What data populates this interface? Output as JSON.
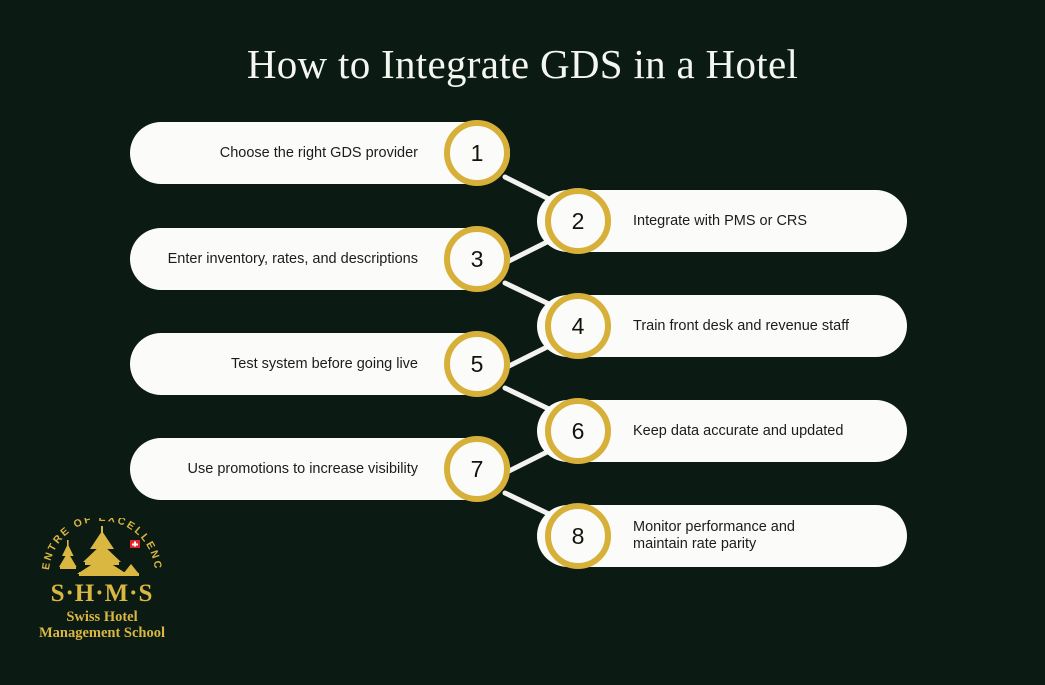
{
  "page": {
    "title": "How to Integrate GDS in a Hotel",
    "background_color": "#0b1a13",
    "accent_color": "#d6b038",
    "pill_color": "#fbfbfa",
    "title_color": "#f4f6f2"
  },
  "steps": [
    {
      "number": "1",
      "label": "Choose the right GDS provider",
      "side": "left"
    },
    {
      "number": "2",
      "label": "Integrate with PMS or CRS",
      "side": "right"
    },
    {
      "number": "3",
      "label": "Enter inventory, rates, and descriptions",
      "side": "left"
    },
    {
      "number": "4",
      "label": "Train front desk and revenue staff",
      "side": "right"
    },
    {
      "number": "5",
      "label": "Test system before going live",
      "side": "left"
    },
    {
      "number": "6",
      "label": "Keep data accurate and updated",
      "side": "right"
    },
    {
      "number": "7",
      "label": "Use promotions to increase visibility",
      "side": "left"
    },
    {
      "number": "8",
      "label": "Monitor performance and\nmaintain rate parity",
      "side": "right"
    }
  ],
  "logo": {
    "arc_text": "CENTRE OF EXCELLENCE",
    "initials": "S·H·M·S",
    "name": "Swiss Hotel\nManagement School",
    "color": "#d9b740",
    "flag_color": "#e4242b"
  }
}
